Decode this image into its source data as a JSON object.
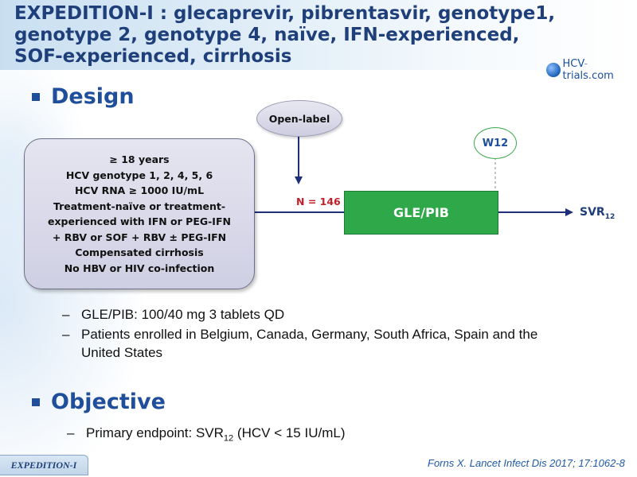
{
  "header": {
    "title_lines": [
      "EXPEDITION-I : glecaprevir, pibrentasvir, genotype1,",
      "genotype 2, genotype 4,  naïve, IFN-experienced,",
      "SOF-experienced, cirrhosis"
    ],
    "logo_text_a": "HCV",
    "logo_text_b": "-",
    "logo_text_c": "trials.com"
  },
  "design": {
    "heading": "Design",
    "criteria_lines": [
      "≥ 18 years",
      "HCV genotype 1, 2, 4, 5, 6",
      "HCV RNA ≥ 1000 IU/mL",
      "Treatment-naïve or treatment-",
      "experienced with IFN or PEG-IFN",
      "+ RBV or SOF + RBV ± PEG-IFN",
      "Compensated cirrhosis",
      "No HBV or HIV co-infection"
    ],
    "open_label": "Open-label",
    "week_marker": "W12",
    "n_label": "N = 146",
    "treatment": "GLE/PIB",
    "outcome_main": "SVR",
    "outcome_sub": "12"
  },
  "notes": [
    {
      "dash": "–",
      "text": "GLE/PIB: 100/40 mg 3 tablets QD"
    },
    {
      "dash": "–",
      "text": "Patients enrolled in Belgium, Canada, Germany, South Africa, Spain and the United States"
    }
  ],
  "objective": {
    "heading": "Objective",
    "dash": "–",
    "text_a": "Primary endpoint: SVR",
    "text_sub": "12",
    "text_b": " (HCV < 15 IU/mL)"
  },
  "footer": {
    "tab": "EXPEDITION-I",
    "citation": "Forns X. Lancet Infect Dis 2017; 17:1062-8"
  },
  "colors": {
    "title": "#1f3f7a",
    "treatment_box": "#2fa84a",
    "n_label": "#c0202a",
    "arrow": "#1f2f7a"
  }
}
